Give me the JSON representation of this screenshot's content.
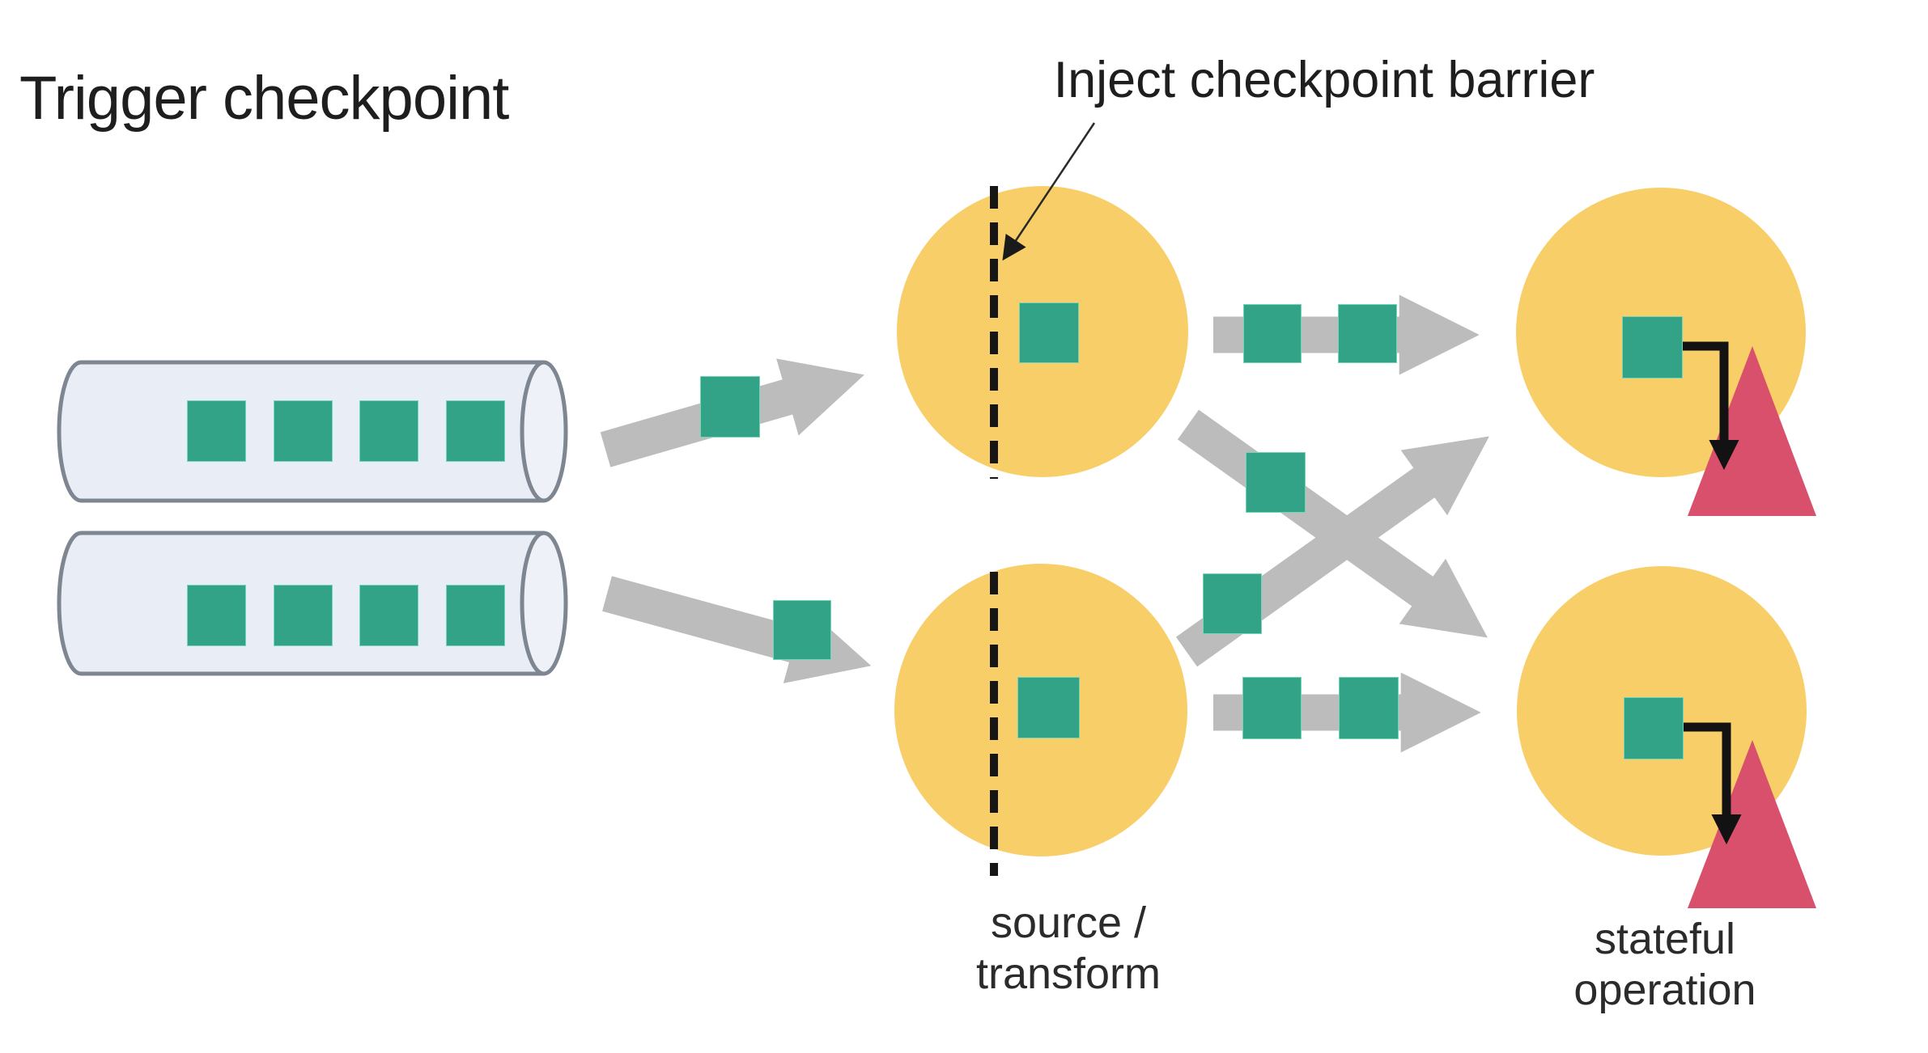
{
  "title": "Trigger checkpoint",
  "annotation": {
    "inject_label": "Inject checkpoint barrier"
  },
  "labels": {
    "source_line1": "source /",
    "source_line2": "transform",
    "stateful_line1": "stateful",
    "stateful_line2": "operation"
  },
  "diagram": {
    "input_queues": 2,
    "records_per_queue": 4,
    "source_transform_operators": 2,
    "stateful_operators": 2,
    "checkpoint_barriers": 2,
    "records_between_source_and_stateful_per_stream": 2,
    "shuffle_arrows_cross": true,
    "state_snapshot_triangles": 2
  },
  "colors": {
    "operator_circle_yellow": "#f8ce68",
    "record_square_green": "#32a386",
    "record_square_edge": "#74d6b6",
    "flow_arrow_gray": "#bcbcbc",
    "state_triangle_pink": "#d8506c",
    "queue_cylinder_fill": "#e9edf5",
    "queue_cylinder_stroke": "#7e8691",
    "checkpoint_barrier_black": "#161616",
    "text_dark": "#1e1e1e",
    "background": "#ffffff"
  }
}
